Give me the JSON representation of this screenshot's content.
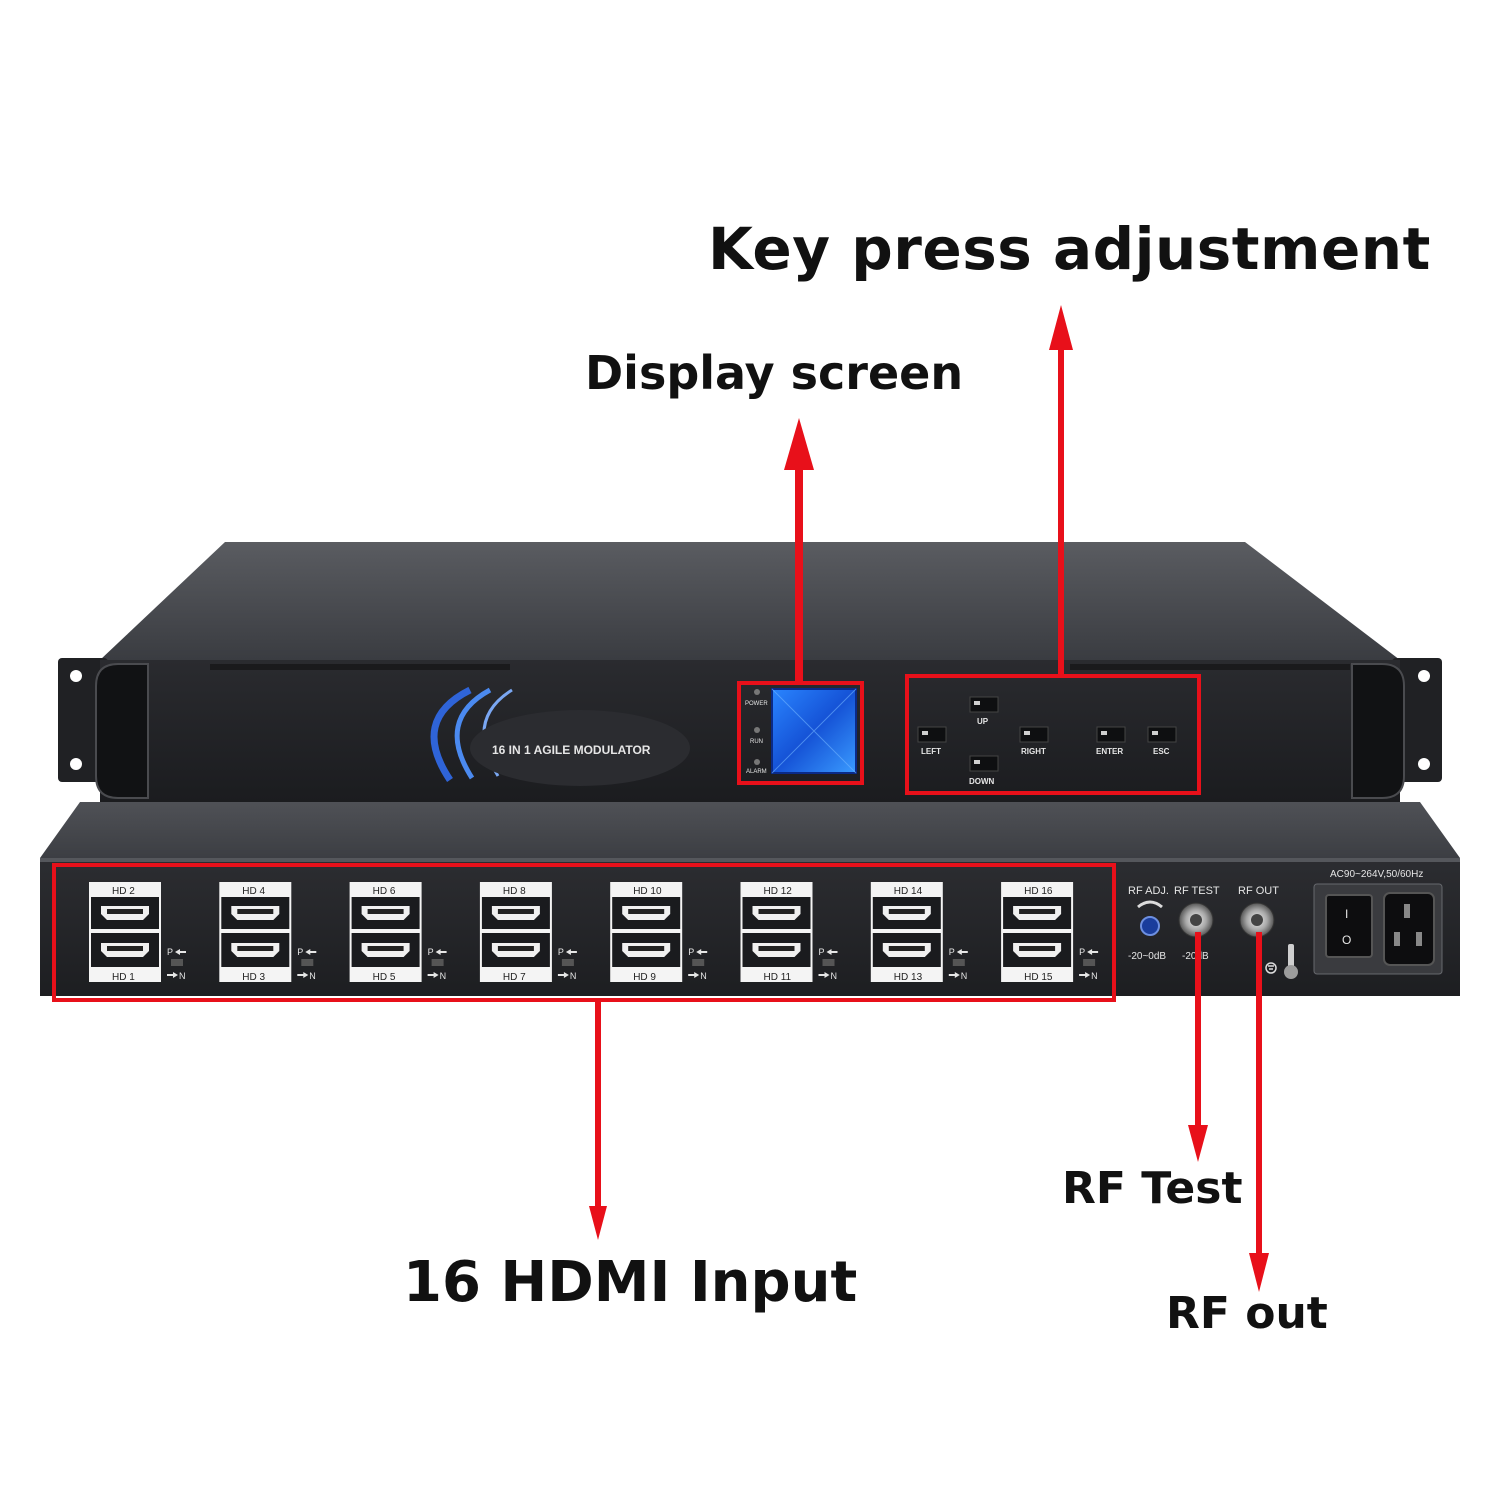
{
  "callouts": {
    "key_press": "Key press adjustment",
    "display_screen": "Display screen",
    "hdmi_input": "16 HDMI Input",
    "rf_test": "RF Test",
    "rf_out": "RF out"
  },
  "front_panel": {
    "model_label": "16 IN 1 AGILE MODULATOR",
    "leds": [
      "POWER",
      "RUN",
      "ALARM"
    ],
    "keys": {
      "up": "UP",
      "left": "LEFT",
      "right": "RIGHT",
      "down": "DOWN",
      "enter": "ENTER",
      "esc": "ESC"
    }
  },
  "rear_panel": {
    "ports": [
      {
        "top": "HD 2",
        "bottom": "HD 1"
      },
      {
        "top": "HD 4",
        "bottom": "HD 3"
      },
      {
        "top": "HD 6",
        "bottom": "HD 5"
      },
      {
        "top": "HD 8",
        "bottom": "HD 7"
      },
      {
        "top": "HD 10",
        "bottom": "HD 9"
      },
      {
        "top": "HD 12",
        "bottom": "HD 11"
      },
      {
        "top": "HD 14",
        "bottom": "HD 13"
      },
      {
        "top": "HD 16",
        "bottom": "HD 15"
      }
    ],
    "switch_p": "P",
    "switch_n": "N",
    "rf_adj": "RF ADJ.",
    "rf_adj_range": "-20~0dB",
    "rf_test": "RF TEST",
    "rf_test_level": "-20dB",
    "rf_out": "RF OUT",
    "power_spec": "AC90~264V,50/60Hz"
  },
  "colors": {
    "highlight_red": "#e8101a",
    "chassis": "#3d3f44",
    "screen_blue": "#1f6bea"
  }
}
